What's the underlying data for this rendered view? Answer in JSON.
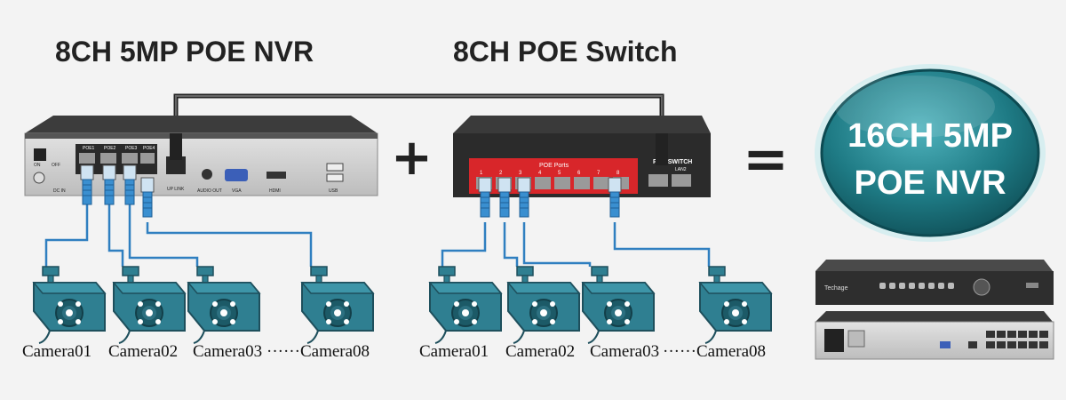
{
  "titles": {
    "nvr": "8CH 5MP POE NVR",
    "switch": "8CH POE Switch"
  },
  "operators": {
    "plus": "+",
    "equals": "="
  },
  "result_badge": {
    "line1": "16CH 5MP",
    "line2": "POE NVR"
  },
  "nvr_panel": {
    "port_labels": [
      "POE1",
      "POE2",
      "POE3",
      "POE4"
    ],
    "ports": [
      "ON",
      "OFF",
      "DC IN",
      "UP LINK",
      "AUDIO OUT",
      "VGA",
      "HDMI",
      "USB"
    ]
  },
  "switch_panel": {
    "header": "POE Ports",
    "port_numbers": [
      "1",
      "2",
      "3",
      "4",
      "5",
      "6",
      "7",
      "8"
    ],
    "brand": "POE SWITCH",
    "lan_label": "LAN2"
  },
  "cameras_left": [
    "Camera01",
    "Camera02",
    "Camera03",
    "······Camera08"
  ],
  "cameras_right": [
    "Camera01",
    "Camera02",
    "Camera03",
    "······Camera08"
  ],
  "product": {
    "brand": "Techage"
  },
  "colors": {
    "cable": "#2f7fc0",
    "camera_body": "#2f7f91",
    "badge": "#1a6e78",
    "switch_red": "#d8262a"
  }
}
